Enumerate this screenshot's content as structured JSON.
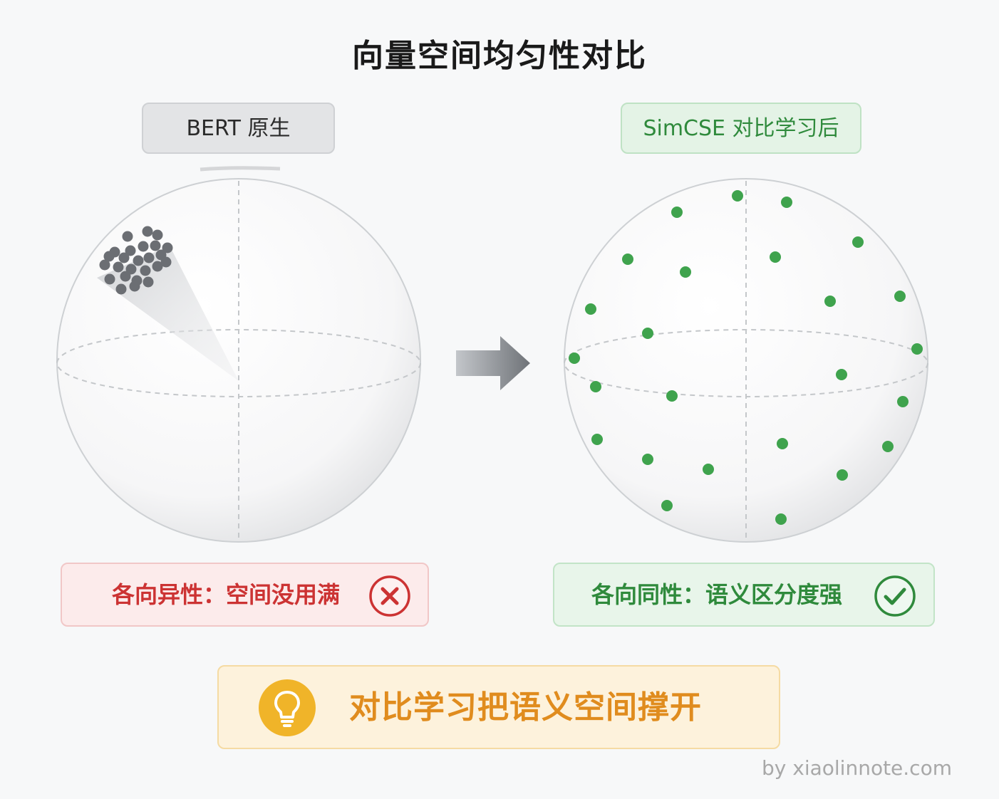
{
  "title": "向量空间均匀性对比",
  "left_panel": {
    "tag": "BERT 原生",
    "status_text": "各向异性：空间没用满",
    "status_icon": "x-circle-icon",
    "status_color": "#cc3333",
    "point_color": "#6b6e73"
  },
  "right_panel": {
    "tag": "SimCSE 对比学习后",
    "status_text": "各向同性：语义区分度强",
    "status_icon": "check-circle-icon",
    "status_color": "#2f8a3c",
    "point_color": "#3fa34d"
  },
  "arrow_icon": "right-arrow-icon",
  "conclusion": {
    "icon": "lightbulb-icon",
    "text": "对比学习把语义空间撑开",
    "accent_color": "#f0b429"
  },
  "footer": "by xiaolinnote.com"
}
